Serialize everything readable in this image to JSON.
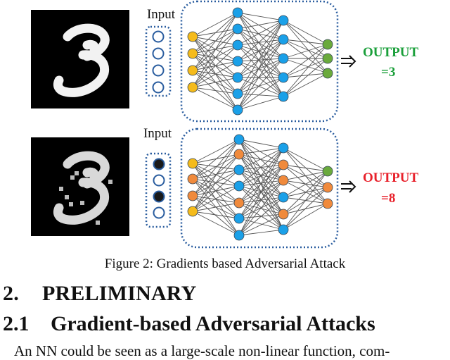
{
  "figure": {
    "panels": [
      {
        "input_label": "Input",
        "input_states": [
          "white",
          "white",
          "white",
          "white"
        ],
        "layer_colors": [
          [
            "#f5bb1b",
            "#f5bb1b",
            "#f5bb1b",
            "#f5bb1b",
            "#f5bb1b"
          ],
          [
            "#1aa0e8",
            "#1aa0e8",
            "#1aa0e8",
            "#1aa0e8",
            "#1aa0e8",
            "#1aa0e8",
            "#1aa0e8",
            "#1aa0e8"
          ],
          [
            "#1aa0e8",
            "#1aa0e8",
            "#1aa0e8",
            "#1aa0e8",
            "#1aa0e8",
            "#1aa0e8"
          ],
          [
            "#6aaa3c",
            "#6aaa3c",
            "#6aaa3c"
          ]
        ],
        "output_label": "OUTPUT",
        "output_value": "=3",
        "output_color": "#1a9f3a",
        "digit": "3"
      },
      {
        "input_label": "Input",
        "input_states": [
          "dark",
          "white",
          "dark",
          "white"
        ],
        "layer_colors": [
          [
            "#f5bb1b",
            "#f08a3c",
            "#f08a3c",
            "#f5bb1b",
            "#f5bb1b"
          ],
          [
            "#1aa0e8",
            "#f08a3c",
            "#1aa0e8",
            "#1aa0e8",
            "#f08a3c",
            "#1aa0e8",
            "#1aa0e8",
            "#1aa0e8"
          ],
          [
            "#1aa0e8",
            "#f08a3c",
            "#f08a3c",
            "#1aa0e8",
            "#f08a3c",
            "#1aa0e8"
          ],
          [
            "#6aaa3c",
            "#f08a3c",
            "#f08a3c"
          ]
        ],
        "output_label": "OUTPUT",
        "output_value": "=8",
        "output_color": "#e8202a",
        "digit": "3"
      }
    ],
    "colors": {
      "frame_stroke": "#2a5d9f",
      "edge_stroke": "#555555"
    }
  },
  "caption": "Figure 2: Gradients based Adversarial Attack",
  "section": {
    "number": "2.",
    "title": "PRELIMINARY"
  },
  "subsection": {
    "number": "2.1",
    "title": "Gradient-based Adversarial Attacks"
  },
  "body_text": "An NN could be seen as a large-scale non-linear function, com-"
}
